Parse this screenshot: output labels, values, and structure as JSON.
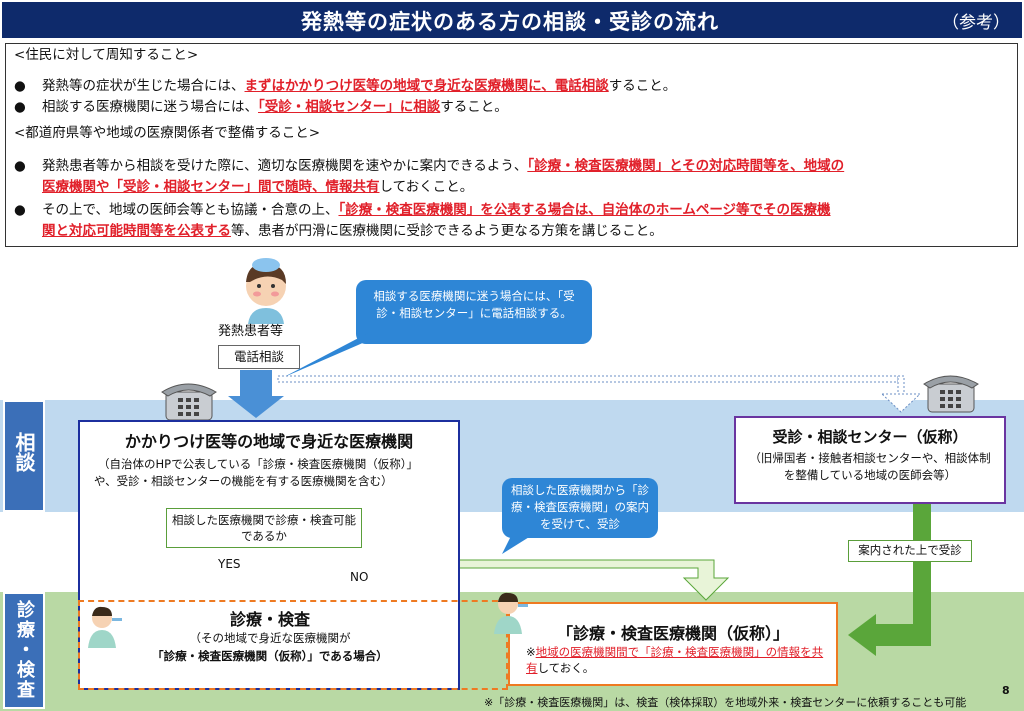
{
  "header": {
    "title": "発熱等の症状のある方の相談・受診の流れ",
    "ref": "（参考）"
  },
  "notice": {
    "residents_heading": "<住民に対して周知すること>",
    "r1_pre": "発熱等の症状が生じた場合には、",
    "r1_hl": "まずはかかりつけ医等の地域で身近な医療機関に、電話相談",
    "r1_post": "すること。",
    "r2_pre": "相談する医療機関に迷う場合には、",
    "r2_hl": "「受診・相談センター」に相談",
    "r2_post": "すること。",
    "pref_heading": "<都道府県等や地域の医療関係者で整備すること>",
    "p1_pre": "発熱患者等から相談を受けた際に、適切な医療機関を速やかに案内できるよう、",
    "p1_hl": "「診療・検査医療機関」とその対応時間等を、地域の",
    "p1_hl2": "医療機関や「受診・相談センター」間で随時、情報共有",
    "p1_post": "しておくこと。",
    "p2_pre": "その上で、地域の医師会等とも協議・合意の上、",
    "p2_hl": "「診療・検査医療機関」を公表する場合は、自治体のホームページ等でその医療機",
    "p2_hl2": "関と対応可能時間等を公表する",
    "p2_post": "等、患者が円滑に医療機関に受診できるよう更なる方策を講じること。",
    "bullet": "●"
  },
  "side": {
    "consult": "相談",
    "exam": "診療・検査"
  },
  "flow": {
    "patient": "発熱患者等",
    "phone_consult": "電話相談",
    "callout1": "相談する医療機関に迷う場合には、「受診・相談センター」に電話相談する。",
    "clinic_title": "かかりつけ医等の地域で身近な医療機関",
    "clinic_sub1": "（自治体のHPで公表している「診療・検査医療機関（仮称）」",
    "clinic_sub2": "や、受診・相談センターの機能を有する医療機関を含む）",
    "question": "相談した医療機関で診療・検査可能であるか",
    "yes": "YES",
    "no": "NO",
    "callout2": "相談した医療機関から「診療・検査医療機関」の案内を受けて、受診",
    "center_title": "受診・相談センター（仮称）",
    "center_sub": "（旧帰国者・接触者相談センターや、相談体制を整備している地域の医師会等）",
    "guided": "案内された上で受診",
    "exam_title": "診療・検査",
    "exam_sub1": "（その地域で身近な医療機関が",
    "exam_sub2": "「診療・検査医療機関（仮称）」である場合）",
    "inst_title": "「診療・検査医療機関（仮称）」",
    "inst_note_pre": "※",
    "inst_note_hl": "地域の医療機関間で「診療・検査医療機関」の情報を共有",
    "inst_note_post": "しておく。",
    "footnote": "※「診療・検査医療機関」は、検査（検体採取）を地域外来・検査センターに依頼することも可能",
    "page": "8"
  },
  "colors": {
    "navy": "#0e2a6b",
    "red": "#e1202a",
    "blue": "#3b6fb8",
    "green": "#5aa63a",
    "purple": "#6a35a0",
    "orange": "#ee7a22"
  }
}
